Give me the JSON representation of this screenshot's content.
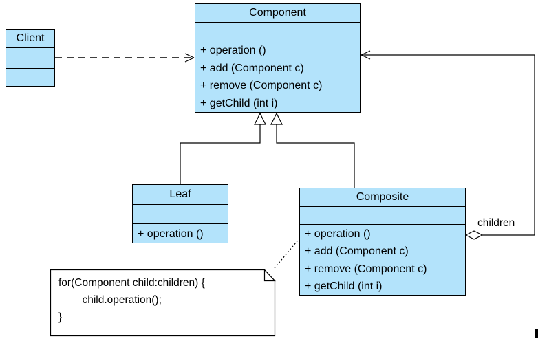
{
  "classes": {
    "client": {
      "name": "Client"
    },
    "component": {
      "name": "Component",
      "methods": [
        "+ operation ()",
        "+ add (Component c)",
        "+ remove (Component c)",
        "+ getChild (int i)"
      ]
    },
    "leaf": {
      "name": "Leaf",
      "methods": [
        "+ operation ()"
      ]
    },
    "composite": {
      "name": "Composite",
      "methods": [
        "+ operation ()",
        "+ add (Component c)",
        "+ remove (Component c)",
        "+ getChild (int i)"
      ]
    }
  },
  "note": {
    "lines": [
      "for(Component child:children) {",
      "        child.operation();",
      "}"
    ]
  },
  "labels": {
    "aggregation_role": "children"
  },
  "relationships": {
    "client_to_component": "dashed dependency arrow",
    "leaf_to_component": "generalization",
    "composite_to_component": "generalization",
    "composite_children_aggregation": "aggregation loop back to Component"
  },
  "colors": {
    "class_fill": "#B3E3FB",
    "class_border": "#000000",
    "note_fill": "#FFFFFF",
    "line": "#000000",
    "background": "#FFFFFF"
  }
}
